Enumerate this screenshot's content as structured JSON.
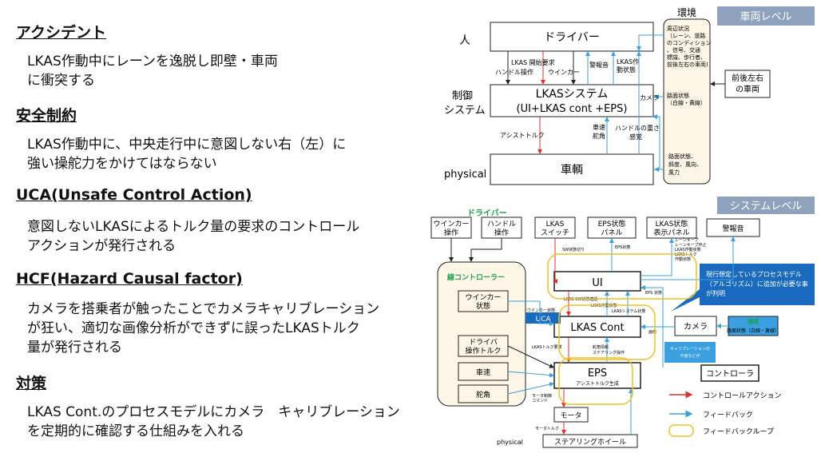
{
  "left": {
    "accident": {
      "title": "アクシデント",
      "lines": [
        "LKAS作動中にレーンを逸脱し即壁・車両",
        "に衝突する"
      ]
    },
    "safety": {
      "title": "安全制約",
      "lines": [
        "LKAS作動中に、中央走行中に意図しない右（左）に",
        "強い操舵力をかけてはならない"
      ]
    },
    "uca": {
      "title": "UCA(Unsafe Control Action)",
      "lines": [
        "意図しないLKASによるトルク量の要求のコントロール",
        "アクションが発行される"
      ]
    },
    "hcf": {
      "title": "HCF(Hazard Causal factor)",
      "lines": [
        "カメラを搭乗者が触ったことでカメラキャリブレーション",
        "が狂い、適切な画像分析ができずに誤ったLKASトルク",
        "量が発行される"
      ]
    },
    "measure": {
      "title": "対策",
      "lines": [
        "LKAS Cont.のプロセスモデルにカメラ　キャリブレーション",
        "を定期的に確認する仕組みを入れる"
      ]
    }
  },
  "vehicle": {
    "badge": "車両レベル",
    "level_human": "人",
    "level_control": [
      "制御",
      "システム"
    ],
    "level_physical": "physical",
    "driver": "ドライバー",
    "lkas_system": [
      "LKASシステム",
      "(UI+LKAS cont +EPS)"
    ],
    "vehicle_box": "車輌",
    "env_title": "環境",
    "env_lines": [
      "周辺状況",
      "（レーン、道路",
      "のコンディション",
      "、信号、交通",
      "標識、歩行者、",
      "前後左右の車両)"
    ],
    "env_road": [
      "路面状態",
      "（白線・黄線）"
    ],
    "env_road2": [
      "路面状態、",
      "斜度、風向、",
      "風力"
    ],
    "front_rear": [
      "前後左右",
      "の車両"
    ],
    "a_lkas_req": "LKAS 開始要求",
    "a_handle": "ハンドル操作",
    "a_winker": "ウインカー",
    "a_alarm": "警報音",
    "a_lkas_state": [
      "LKAS作",
      "動状態"
    ],
    "a_camera": "カメラ",
    "a_assist": "アシストトルク",
    "a_speed": [
      "車速",
      "舵角"
    ],
    "a_handle_state": [
      "ハンドルの重さ",
      "感覚"
    ]
  },
  "system": {
    "badge": "システムレベル",
    "driver_label": "ドライバー",
    "winker_op": [
      "ウインカー",
      "操作"
    ],
    "handle_op": [
      "ハンドル",
      "操作"
    ],
    "lkas_switch": [
      "LKAS",
      "スイッチ"
    ],
    "eps_panel": [
      "EPS状態",
      "パネル"
    ],
    "lkas_panel": [
      "LKAS状態",
      "表示パネル"
    ],
    "alarm": "警報音",
    "driver_controller": "線コントローラー",
    "winker_state": [
      "ウインカー",
      "状態"
    ],
    "driver_torque": [
      "ドライバ",
      "操作トルク"
    ],
    "speed": "車速",
    "steer_angle": "舵角",
    "ui": "UI",
    "lkas_cont": "LKAS Cont",
    "eps": "EPS",
    "eps_sub": "アシストトルク生成",
    "motor": "モータ",
    "wheel": "ステアリングホイール",
    "physical": "physical",
    "camera": "カメラ",
    "controller": "コントローラ",
    "env": "環境",
    "env_sub": "路面状態（白線・黄線）",
    "uca_badge": "UCA",
    "callout": [
      "現行想定しているプロセスモデル",
      "（アルゴリズム）に追加が必要な事",
      "が判明"
    ],
    "calib_note": [
      "キャリブレーションの",
      "不良などが"
    ],
    "s_sw": "SW状態切り",
    "s_eps_state": "EPS状態",
    "s_sw_check": "LKAS SW状態確認",
    "s_lkas_op": "LKAS作動状態",
    "s_lkas_sys": "LKASシステム状態",
    "s_eps_state2": "EPS 状態",
    "s_winker": "ウインカー状態",
    "s_lkas_torque": "LKASトルク要求",
    "s_steer": [
      "舵角情報",
      "ステアリング操作"
    ],
    "s_img": "画像",
    "s_motor_ctl": [
      "モータ制御",
      "コマンド"
    ],
    "s_motor_torque": "モータトルク",
    "lkas_lines": [
      "レーンキープ",
      "レーンキープ中止",
      "LKAS作動状態",
      "LKASトルク",
      "作動状態"
    ],
    "legend": [
      "コントロールアクション",
      "フィードバック",
      "フィードバックループ"
    ]
  },
  "colors": {
    "control": "#e03030",
    "feedback": "#3aa0e0",
    "loop": "#f0c020",
    "badge": "#8ea2bd",
    "callout": "#1a6bbf",
    "env_fill": "#fdf5e6",
    "green": "#19a04a"
  }
}
